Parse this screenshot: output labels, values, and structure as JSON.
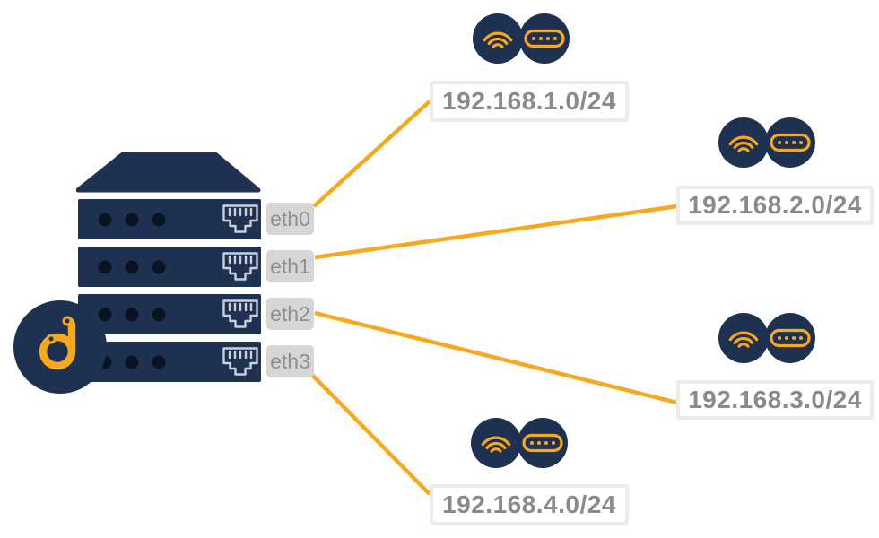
{
  "diagram": {
    "type": "network-topology",
    "description_visible_text_only": true
  },
  "server": {
    "logo_letter": "d",
    "interfaces": [
      {
        "label": "eth0"
      },
      {
        "label": "eth1"
      },
      {
        "label": "eth2"
      },
      {
        "label": "eth3"
      }
    ],
    "unit_count": 4,
    "ports_per_unit": 1
  },
  "subnets": [
    {
      "cidr": "192.168.1.0/24"
    },
    {
      "cidr": "192.168.2.0/24"
    },
    {
      "cidr": "192.168.3.0/24"
    },
    {
      "cidr": "192.168.4.0/24"
    }
  ],
  "connections": [
    {
      "from": "eth0",
      "to": "192.168.1.0/24"
    },
    {
      "from": "eth1",
      "to": "192.168.2.0/24"
    },
    {
      "from": "eth2",
      "to": "192.168.3.0/24"
    },
    {
      "from": "eth3",
      "to": "192.168.4.0/24"
    }
  ],
  "icons": {
    "server": "rack-server-icon",
    "logo": "d-logo-circle",
    "wifi": "wifi-signal-icon",
    "router": "router-box-icon",
    "port": "ethernet-rj45-port-icon"
  },
  "colors": {
    "navy": "#1F3150",
    "accent_yellow": "#F6A81F",
    "interface_label_bg": "#D6D6D6",
    "interface_label_text": "#8F8F8F",
    "subnet_box_border": "#ECECEC",
    "subnet_text": "#8A8A8C",
    "port_outline": "#C9D0DC",
    "dot_color": "#0A1322",
    "canvas_bg": "#FFFFFF"
  }
}
